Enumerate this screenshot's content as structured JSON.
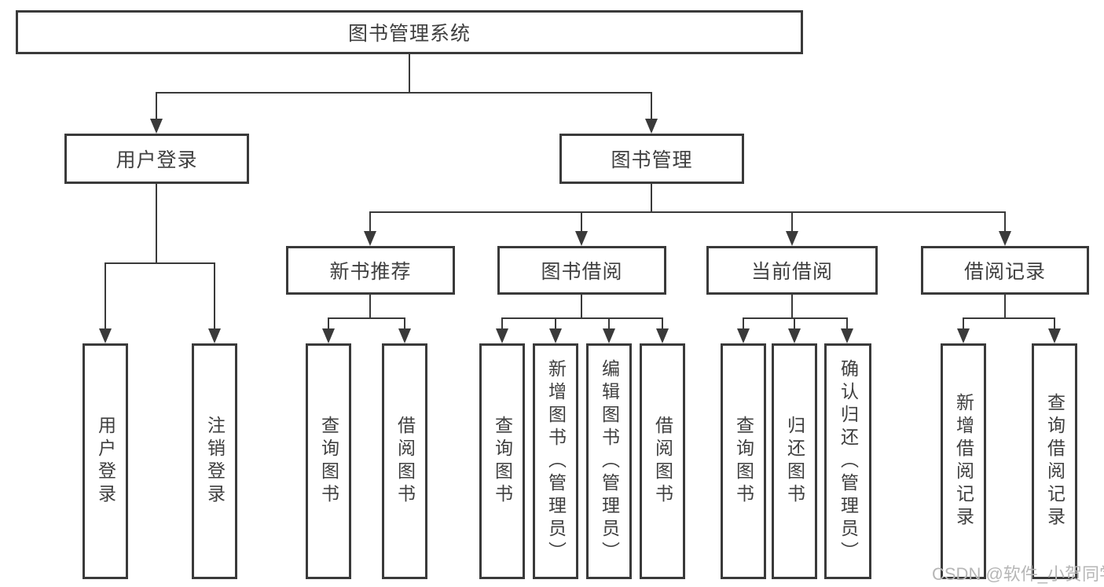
{
  "root_label": "图书管理系统",
  "login": {
    "label": "用户登录",
    "children": [
      "用户登录",
      "注销登录"
    ]
  },
  "management": {
    "label": "图书管理"
  },
  "new_books": {
    "label": "新书推荐",
    "children": [
      "查询图书",
      "借阅图书"
    ]
  },
  "borrowing": {
    "label": "图书借阅",
    "children": [
      "查询图书",
      "新增图书（管理员）",
      "编辑图书（管理员）",
      "借阅图书"
    ]
  },
  "current": {
    "label": "当前借阅",
    "children": [
      "查询图书",
      "归还图书",
      "确认归还（管理员）"
    ]
  },
  "records": {
    "label": "借阅记录",
    "children": [
      "新增借阅记录",
      "查询借阅记录"
    ]
  },
  "watermark": "CSDN @软件_小贺同学",
  "colors": {
    "line": "#3a3a3a",
    "text": "#3f3f3f",
    "watermark": "#b6b6b6",
    "background": "#ffffff"
  }
}
